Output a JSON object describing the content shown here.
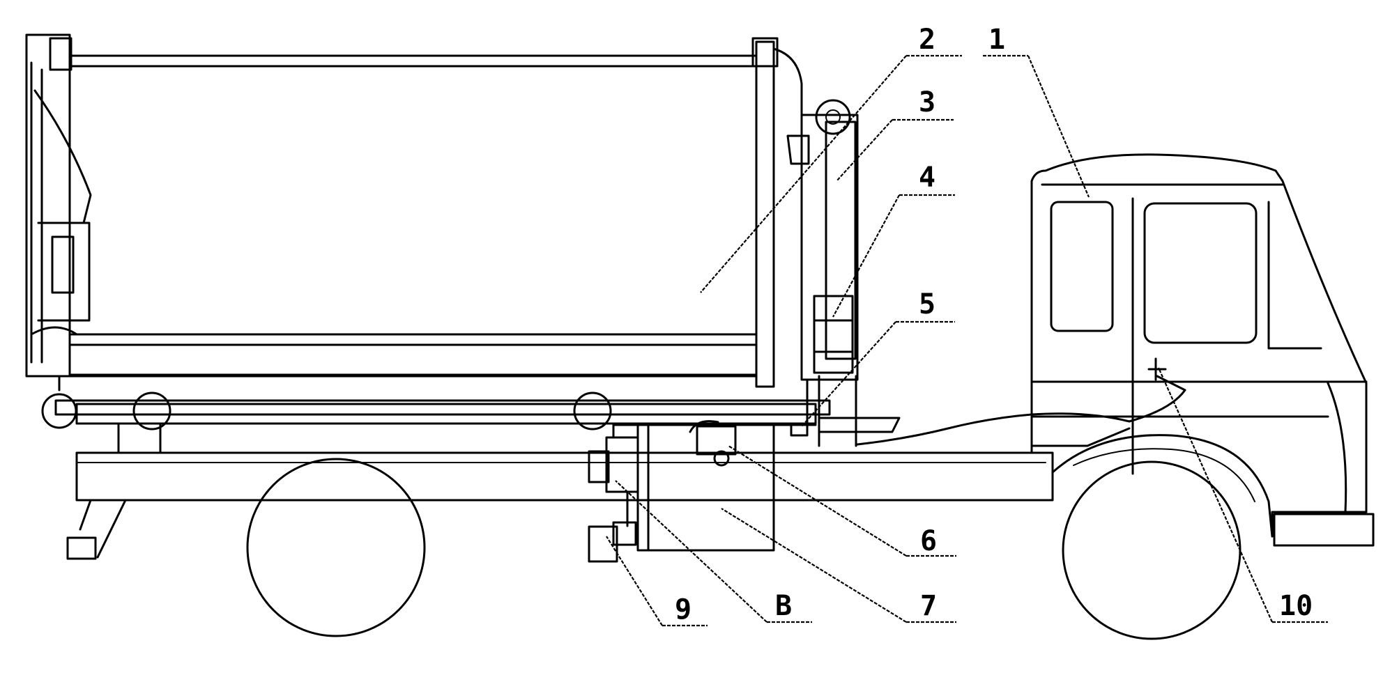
{
  "labels": {
    "l1": "1",
    "l2": "2",
    "l3": "3",
    "l4": "4",
    "l5": "5",
    "l6": "6",
    "l7": "7",
    "l8": "B",
    "l9": "9",
    "l10": "10"
  }
}
